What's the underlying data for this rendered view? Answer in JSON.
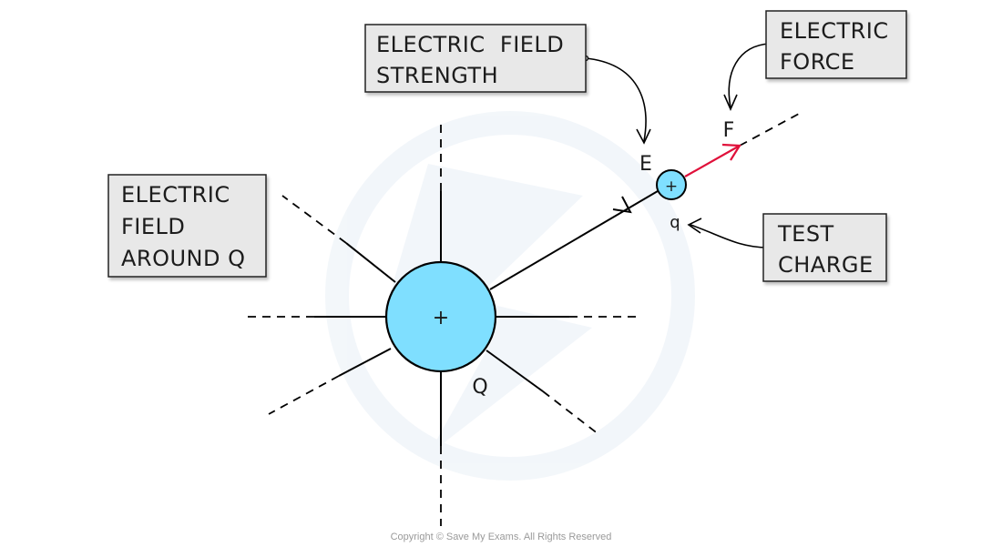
{
  "labels": {
    "field_strength": [
      "ELECTRIC  FIELD",
      "STRENGTH"
    ],
    "electric_force": [
      "ELECTRIC",
      "FORCE"
    ],
    "field_around_q": [
      "ELECTRIC",
      "FIELD",
      "AROUND Q"
    ],
    "test_charge": [
      "TEST",
      "CHARGE"
    ]
  },
  "symbols": {
    "source_charge": "Q",
    "test_charge": "q",
    "field_strength": "E",
    "force": "F",
    "source_sign": "+",
    "test_sign": "+"
  },
  "copyright": "Copyright © Save My Exams. All Rights Reserved",
  "colors": {
    "charge_fill": "#7fdfff",
    "box_fill": "#e8e8e8",
    "force_arrow": "#e0103a",
    "line": "#000000"
  }
}
